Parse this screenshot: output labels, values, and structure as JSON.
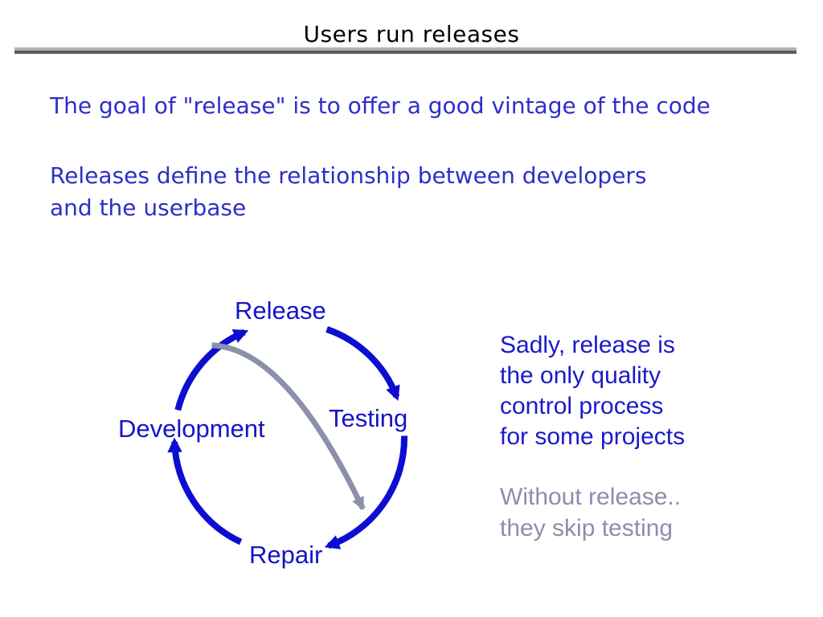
{
  "title": "Users run releases",
  "intro": {
    "goal_line": "The goal of \"release\" is to offer a good vintage of the code",
    "relationship_lines": [
      "Releases define the relationship between developers",
      "and the userbase"
    ]
  },
  "diagram": {
    "type": "cycle",
    "nodes": {
      "top": "Release",
      "right": "Testing",
      "bottom": "Repair",
      "left": "Development"
    },
    "cycle_order": [
      "Release",
      "Testing",
      "Repair",
      "Development"
    ],
    "shortcut_from": "Release",
    "shortcut_to": "Repair"
  },
  "side_note": {
    "lines": [
      "Sadly, release is",
      "the only quality",
      "control process",
      "for some projects"
    ]
  },
  "gray_note": {
    "lines": [
      "Without release..",
      "they skip testing"
    ]
  },
  "colors": {
    "cycle_arrow_blue": "#0d0dd2",
    "node_label_blue": "#1414c8",
    "body_text_blue": "#2e2ec9",
    "side_note_blue": "#1a1ac8",
    "gray_arrow": "#8b90ab",
    "gray_text": "#8b8fa8",
    "title_black": "#000000",
    "rule_light": "#b3b3b3",
    "rule_dark": "#5c5c5c"
  }
}
